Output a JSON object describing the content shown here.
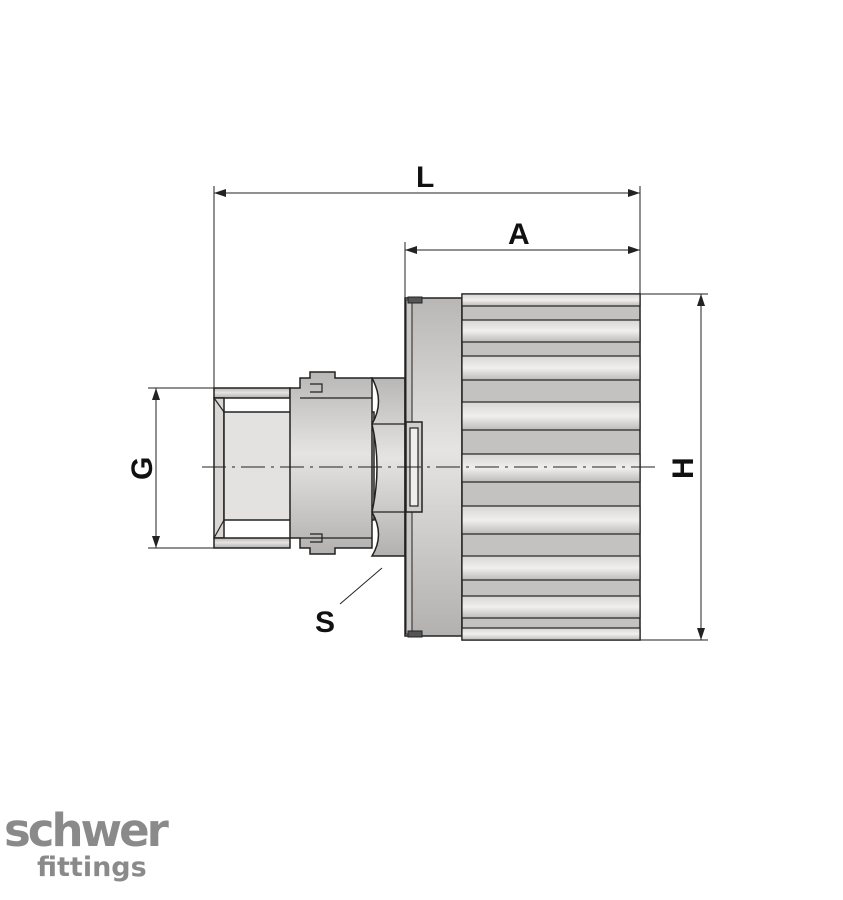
{
  "dimensions": {
    "L": "L",
    "A": "A",
    "H": "H",
    "G": "G",
    "S": "S"
  },
  "logo": {
    "line1": "schwer",
    "line2": "fittings"
  },
  "colors": {
    "body": "#c8c6c4",
    "body_light": "#e2e0de",
    "outline": "#222222",
    "logo": "#8a8a8a"
  }
}
